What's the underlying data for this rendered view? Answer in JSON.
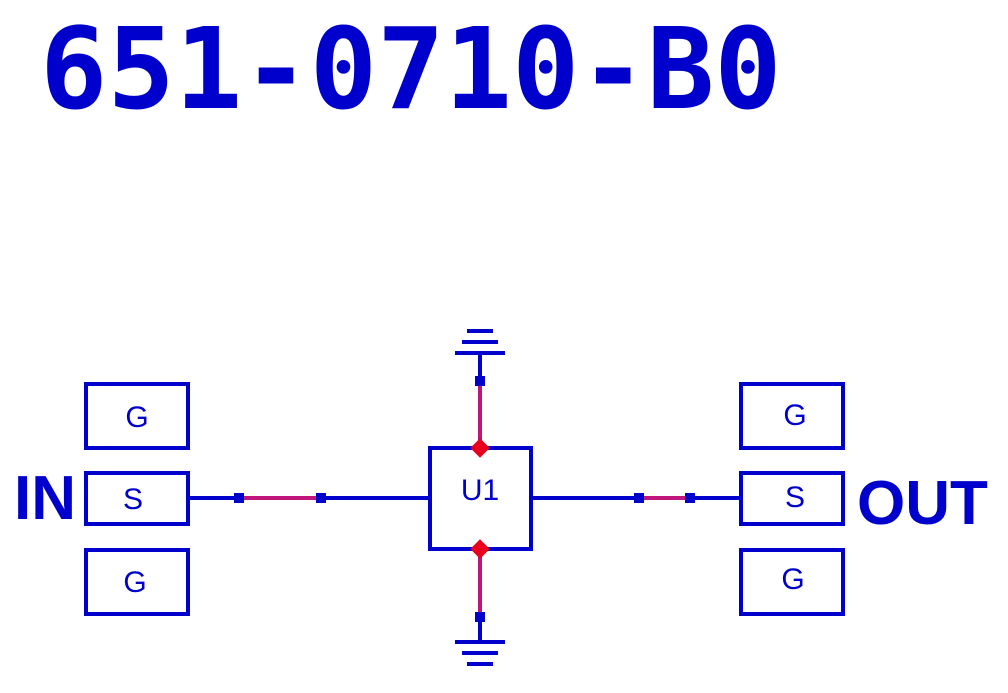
{
  "title": "651-0710-B0",
  "ports": {
    "input_label": "IN",
    "output_label": "OUT"
  },
  "input_pads": {
    "top": "G",
    "signal": "S",
    "bottom": "G"
  },
  "output_pads": {
    "top": "G",
    "signal": "S",
    "bottom": "G"
  },
  "component": {
    "designator": "U1"
  },
  "colors": {
    "primary": "#0000CC",
    "wire": "#0000CC",
    "trace": "#C0157A",
    "node": "#E8001C"
  },
  "icons": {
    "ground_top": "ground-icon",
    "ground_bottom": "ground-icon"
  }
}
